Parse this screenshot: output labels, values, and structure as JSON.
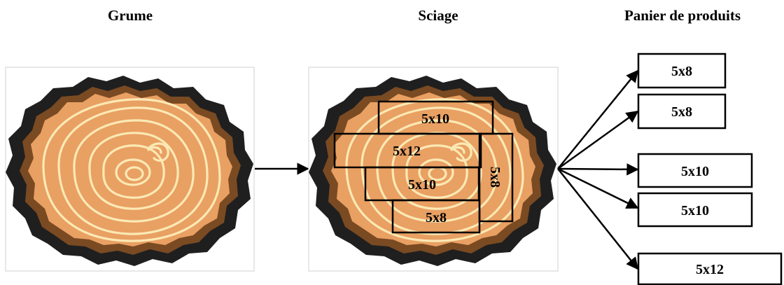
{
  "headings": {
    "log": "Grume",
    "sawing": "Sciage",
    "basket": "Panier de produits"
  },
  "cuts": [
    {
      "label": "5x10"
    },
    {
      "label": "5x12"
    },
    {
      "label": "5x10"
    },
    {
      "label": "5x8"
    },
    {
      "label": "5x8"
    }
  ],
  "products": [
    {
      "label": "5x8"
    },
    {
      "label": "5x8"
    },
    {
      "label": "5x10"
    },
    {
      "label": "5x10"
    },
    {
      "label": "5x12"
    }
  ],
  "colors": {
    "bark_dark": "#1f1f1f",
    "bark_mid": "#7a4a22",
    "wood": "#e9a063",
    "ring": "#fbe9b4",
    "stroke": "#000000"
  }
}
